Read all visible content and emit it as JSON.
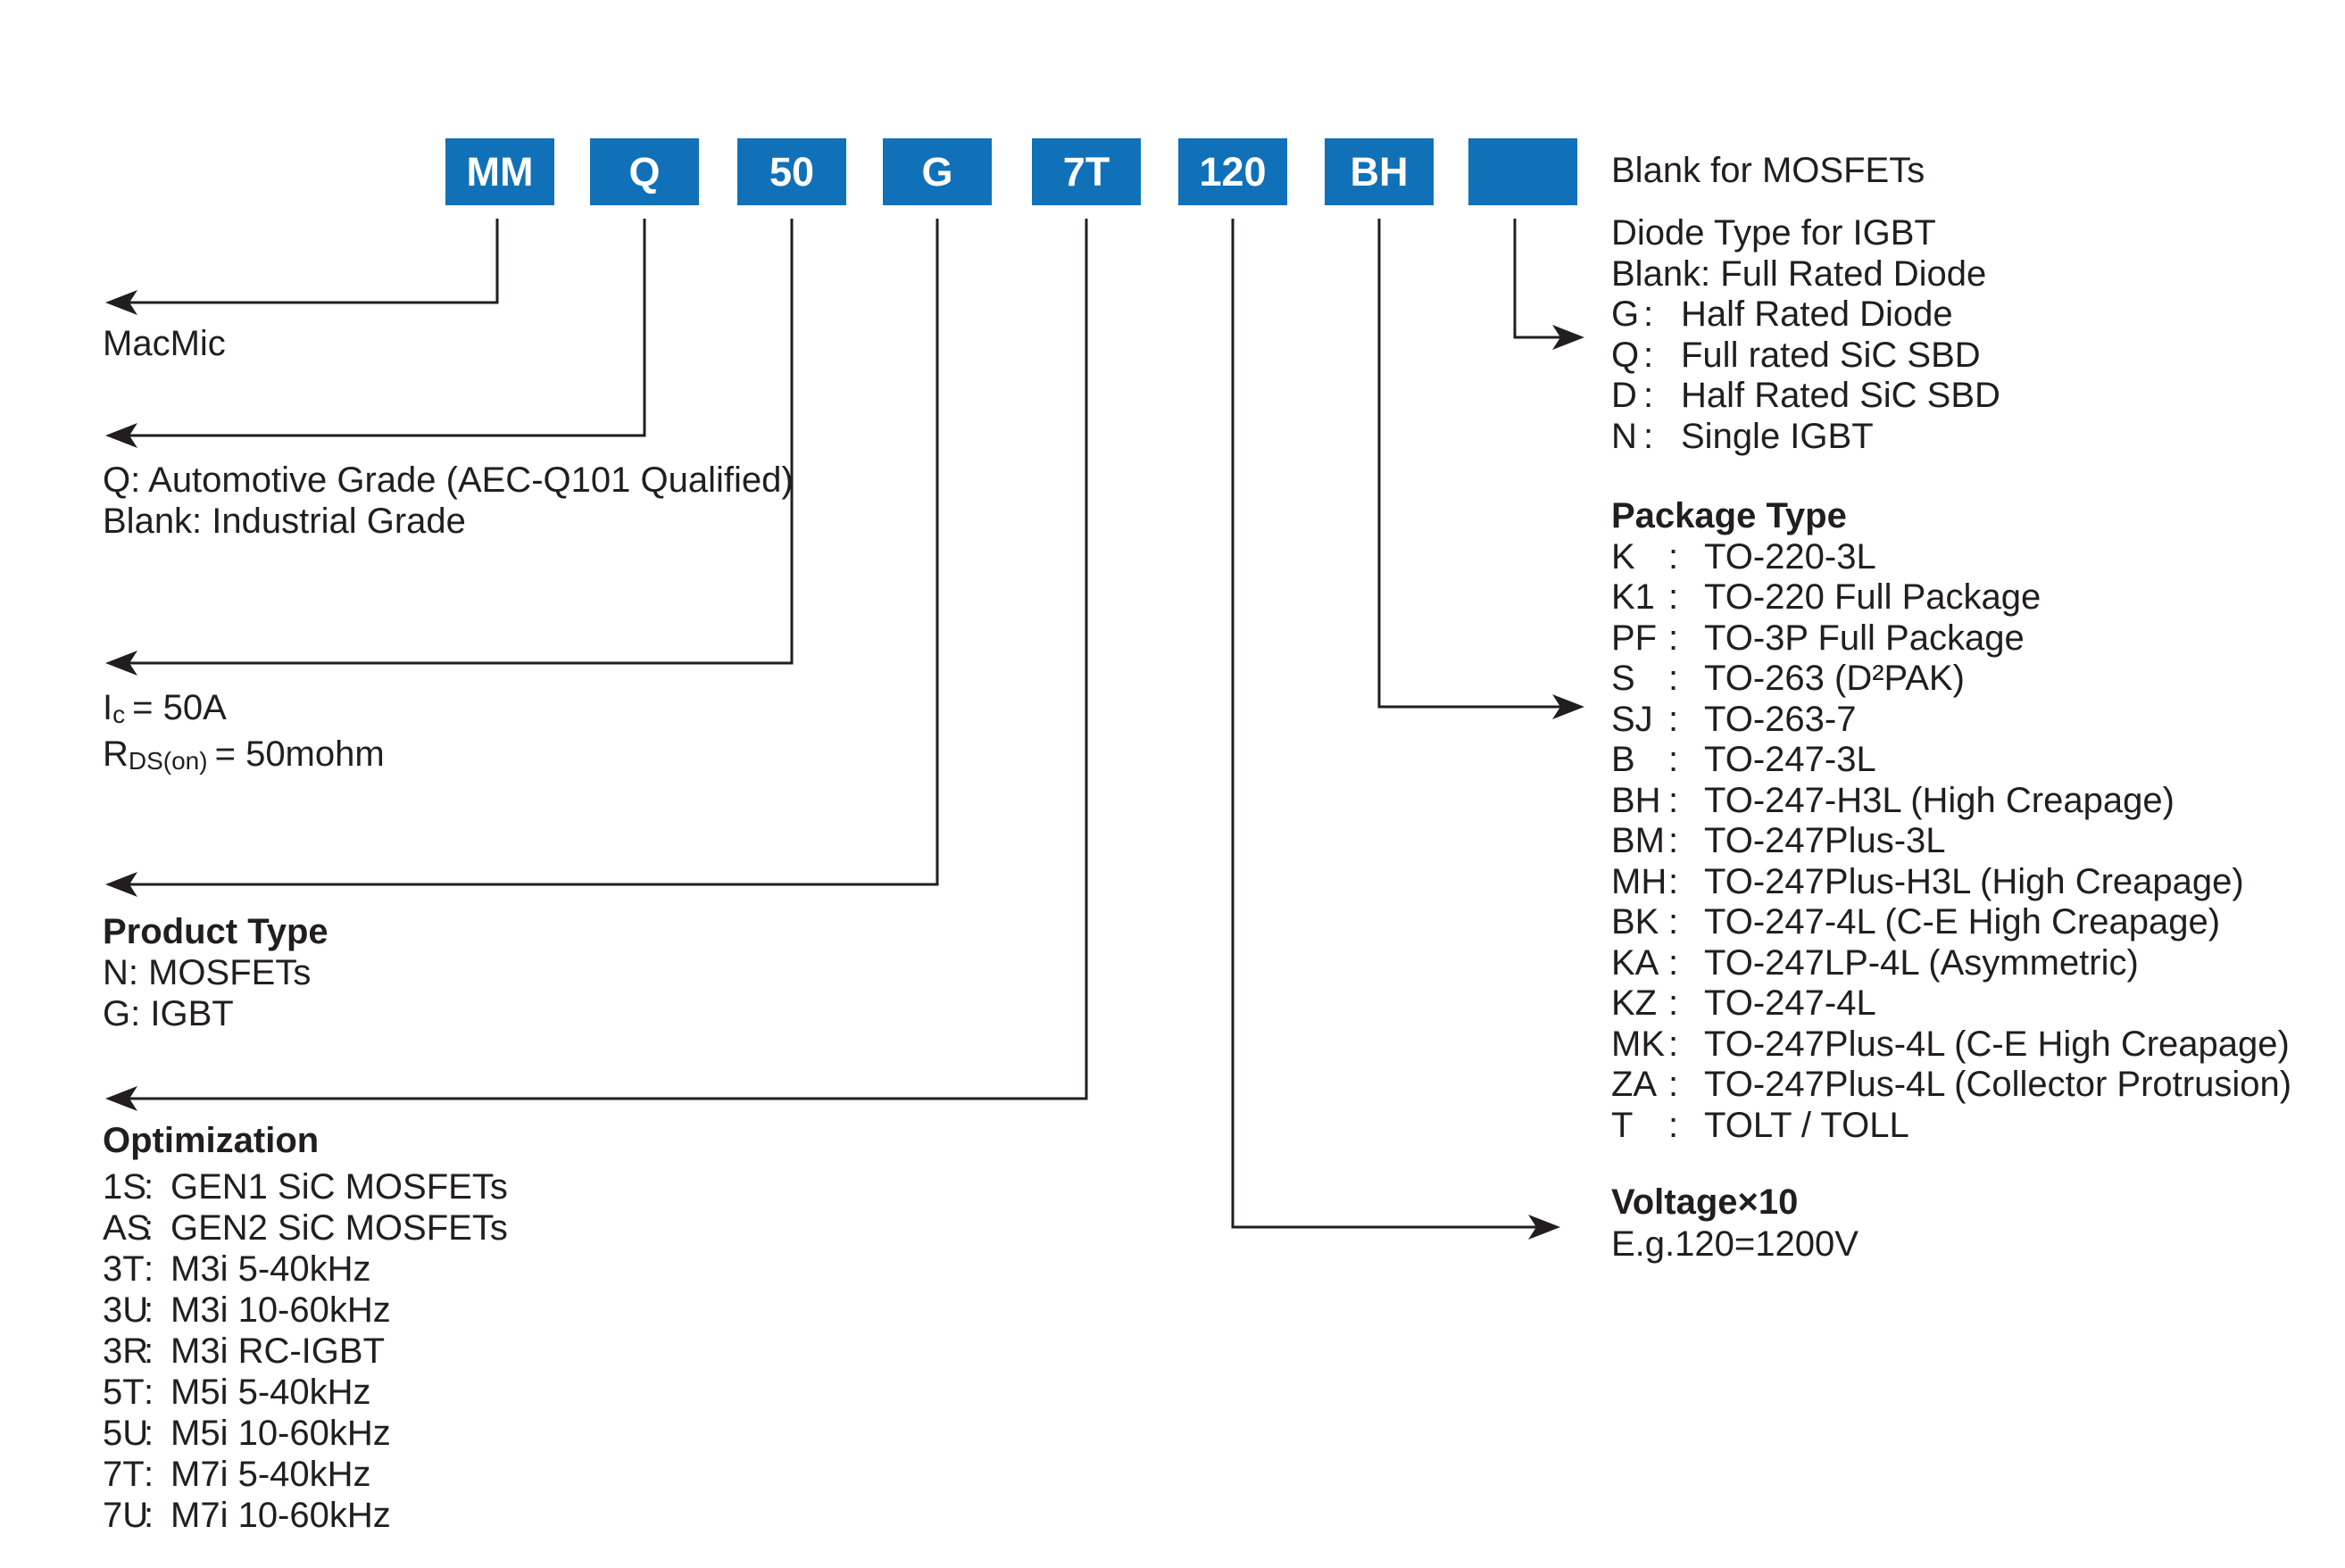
{
  "colors": {
    "box_blue": "#1171b8",
    "ink": "#221e1f"
  },
  "punct": {
    "colon": ":"
  },
  "part_code_boxes": [
    {
      "label": "MM"
    },
    {
      "label": "Q"
    },
    {
      "label": "50"
    },
    {
      "label": "G"
    },
    {
      "label": "7T"
    },
    {
      "label": "120"
    },
    {
      "label": "BH"
    },
    {
      "label": ""
    }
  ],
  "left": {
    "brand": "MacMic",
    "grade": {
      "line1": "Q: Automotive Grade (AEC-Q101 Qualified)",
      "line2": "Blank: Industrial Grade"
    },
    "ratings": {
      "i_sym": "I",
      "i_sub": "c",
      "i_rest": "= 50A",
      "r_sym": "R",
      "r_sub": "DS(on)",
      "r_rest": "= 50mohm"
    },
    "product_type": {
      "heading": "Product Type",
      "items": [
        {
          "text": "N: MOSFETs"
        },
        {
          "text": "G: IGBT"
        }
      ]
    },
    "optimization": {
      "heading": "Optimization",
      "items": [
        {
          "code": "1S",
          "desc": "GEN1 SiC MOSFETs"
        },
        {
          "code": "AS",
          "desc": "GEN2 SiC MOSFETs"
        },
        {
          "code": "3T",
          "desc": "M3i 5-40kHz"
        },
        {
          "code": "3U",
          "desc": "M3i 10-60kHz"
        },
        {
          "code": "3R",
          "desc": "M3i RC-IGBT"
        },
        {
          "code": "5T",
          "desc": "M5i 5-40kHz"
        },
        {
          "code": "5U",
          "desc": "M5i 10-60kHz"
        },
        {
          "code": "7T",
          "desc": "M7i 5-40kHz"
        },
        {
          "code": "7U",
          "desc": "M7i 10-60kHz"
        }
      ]
    }
  },
  "right": {
    "mosfet_note": "Blank for MOSFETs",
    "diode_type": {
      "heading": "Diode Type for IGBT",
      "blank_line": "Blank: Full Rated Diode",
      "items": [
        {
          "code": "G",
          "desc": "Half Rated Diode"
        },
        {
          "code": "Q",
          "desc": "Full rated SiC SBD"
        },
        {
          "code": "D",
          "desc": "Half Rated SiC SBD"
        },
        {
          "code": "N",
          "desc": "Single IGBT"
        }
      ]
    },
    "package_type": {
      "heading": "Package Type",
      "items": [
        {
          "code": "K",
          "desc": "TO-220-3L"
        },
        {
          "code": "K1",
          "desc": "TO-220 Full Package"
        },
        {
          "code": "PF",
          "desc": "TO-3P Full Package"
        },
        {
          "code": "S",
          "desc": "TO-263 (D²PAK)"
        },
        {
          "code": "SJ",
          "desc": "TO-263-7"
        },
        {
          "code": "B",
          "desc": "TO-247-3L"
        },
        {
          "code": "BH",
          "desc": "TO-247-H3L (High Creapage)"
        },
        {
          "code": "BM",
          "desc": "TO-247Plus-3L"
        },
        {
          "code": "MH",
          "desc": "TO-247Plus-H3L (High Creapage)"
        },
        {
          "code": "BK",
          "desc": "TO-247-4L (C-E High Creapage)"
        },
        {
          "code": "KA",
          "desc": "TO-247LP-4L (Asymmetric)"
        },
        {
          "code": "KZ",
          "desc": "TO-247-4L"
        },
        {
          "code": "MK",
          "desc": "TO-247Plus-4L (C-E High Creapage)"
        },
        {
          "code": "ZA",
          "desc": "TO-247Plus-4L (Collector Protrusion)"
        },
        {
          "code": "T",
          "desc": "TOLT / TOLL"
        }
      ]
    },
    "voltage": {
      "heading": "Voltage×10",
      "example": "E.g.120=1200V"
    }
  }
}
